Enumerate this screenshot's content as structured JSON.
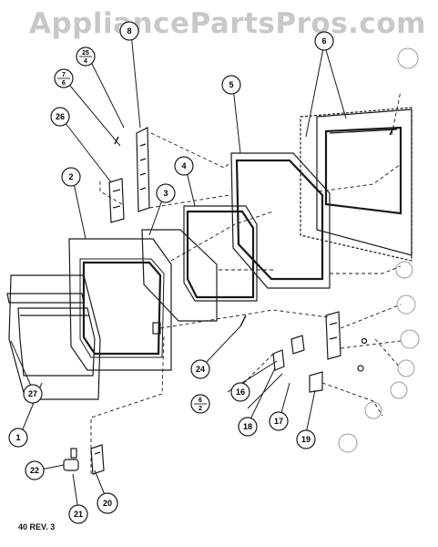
{
  "watermark": "AppliancePartsPros.com",
  "footer": "40 REV. 3",
  "callouts": [
    "1",
    "2",
    "3",
    "4",
    "5",
    "6",
    "8",
    "20",
    "21",
    "22",
    "24",
    "25",
    "26",
    "27",
    "16",
    "17",
    "18",
    "19"
  ],
  "fraction_callouts": [
    {
      "num": "25",
      "den": "4"
    },
    {
      "num": "7",
      "den": "6"
    },
    {
      "num": "6",
      "den": "2"
    }
  ]
}
